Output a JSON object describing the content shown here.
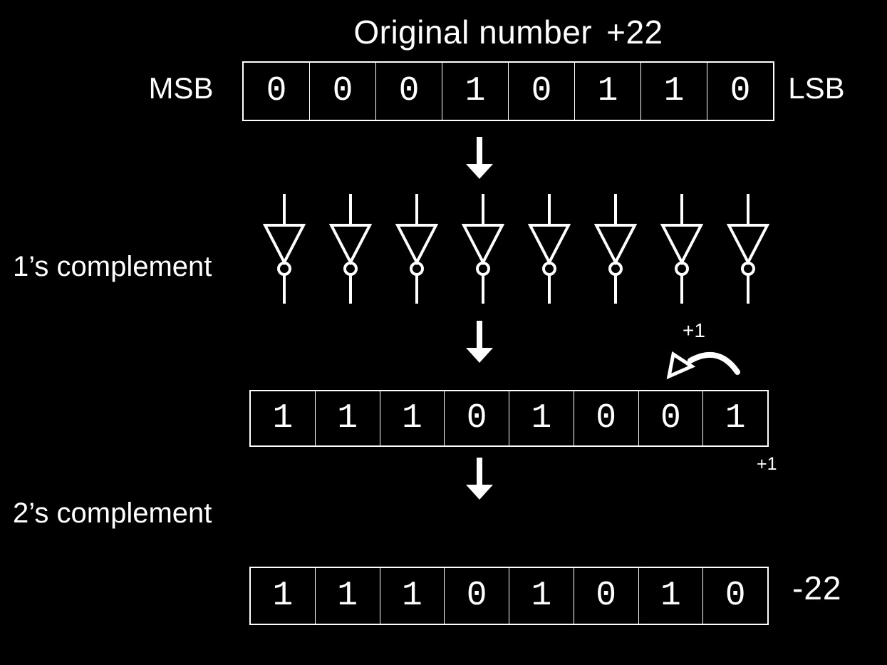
{
  "colors": {
    "background": "#000000",
    "foreground": "#ffffff"
  },
  "title": {
    "label": "Original number",
    "value": "+22"
  },
  "original_row": {
    "msb": "MSB",
    "lsb": "LSB",
    "bits": [
      "0",
      "0",
      "0",
      "1",
      "0",
      "1",
      "1",
      "0"
    ]
  },
  "ones_complement": {
    "label": "1’s complement",
    "bits": [
      "1",
      "1",
      "1",
      "0",
      "1",
      "0",
      "0",
      "1"
    ],
    "carry_arc_label": "+1",
    "carry_note": "+1"
  },
  "twos_complement": {
    "label": "2’s complement",
    "bits": [
      "1",
      "1",
      "1",
      "0",
      "1",
      "0",
      "1",
      "0"
    ],
    "result": "-22"
  },
  "inverters": {
    "count": 8,
    "icon": "not-gate-icon"
  }
}
